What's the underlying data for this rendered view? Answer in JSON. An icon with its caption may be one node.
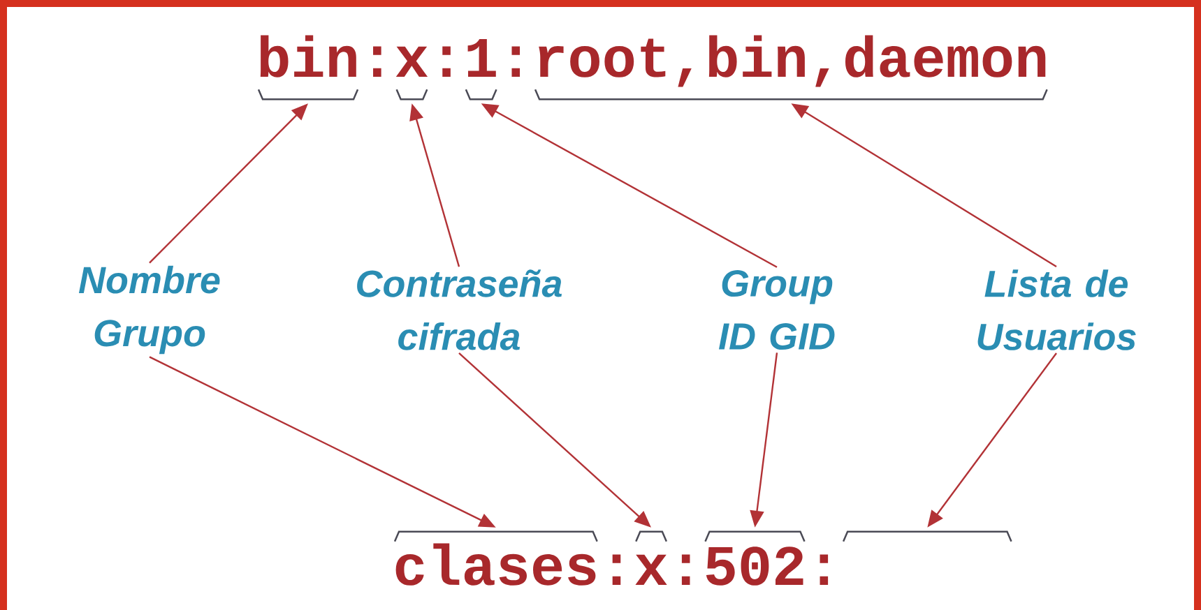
{
  "diagram": {
    "nodes": [
      {
        "text": [
          "bin"
        ]
      },
      {
        "text": [
          "x"
        ]
      },
      {
        "text": [
          "1"
        ]
      },
      {
        "text": [
          "root,bin,daemon"
        ]
      },
      {
        "text": [
          "Nombre Grupo"
        ]
      },
      {
        "text": [
          "Contraseña cifrada"
        ]
      },
      {
        "text": [
          "Group ID GID"
        ]
      },
      {
        "text": [
          "Lista de Usuarios"
        ]
      },
      {
        "text": [
          "clases"
        ]
      },
      {
        "text": [
          "x"
        ]
      },
      {
        "text": [
          "502"
        ]
      },
      {
        "text": [],
        "shape": "bracket"
      }
    ],
    "edges": [
      {
        "from": 4,
        "to": 0,
        "arrow": "to"
      },
      {
        "from": 5,
        "to": 1,
        "arrow": "to"
      },
      {
        "from": 6,
        "to": 2,
        "arrow": "to"
      },
      {
        "from": 7,
        "to": 3,
        "arrow": "to"
      },
      {
        "from": 4,
        "to": 8,
        "arrow": "to"
      },
      {
        "from": 5,
        "to": 9,
        "arrow": "to"
      },
      {
        "from": 6,
        "to": 10,
        "arrow": "to"
      },
      {
        "from": 7,
        "to": 11,
        "arrow": "to"
      }
    ],
    "labels": [
      ":",
      ":",
      ":",
      ":",
      ":",
      ":"
    ]
  }
}
